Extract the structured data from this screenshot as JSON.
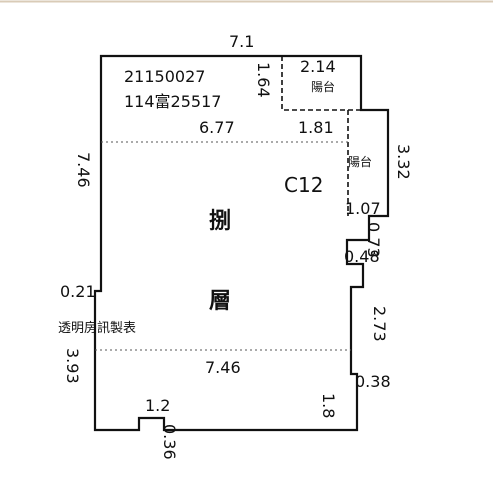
{
  "plan": {
    "id_code": "21150027",
    "ref_code": "114富25517",
    "unit_label": "C12",
    "floor_char_1": "捌",
    "floor_char_2": "層",
    "note": "透明房訊製表",
    "balcony_label": "陽台",
    "dimensions": {
      "top_width": "7.1",
      "balcony_top_width": "2.14",
      "balcony_top_depth": "1.64",
      "upper_room_width": "6.77",
      "balcony_right_width": "1.81",
      "right_upper_height": "3.32",
      "balcony_bottom_width": "1.07",
      "left_upper_height": "7.46",
      "right_notch_a": "0.73",
      "right_notch_b": "0.48",
      "left_offset": "0.21",
      "right_lower_height": "2.73",
      "left_lower_height": "3.93",
      "lower_room_width": "7.46",
      "right_step": "0.38",
      "right_bottom_height": "1.8",
      "bottom_notch_width": "1.2",
      "bottom_notch_depth": "0.36"
    }
  }
}
